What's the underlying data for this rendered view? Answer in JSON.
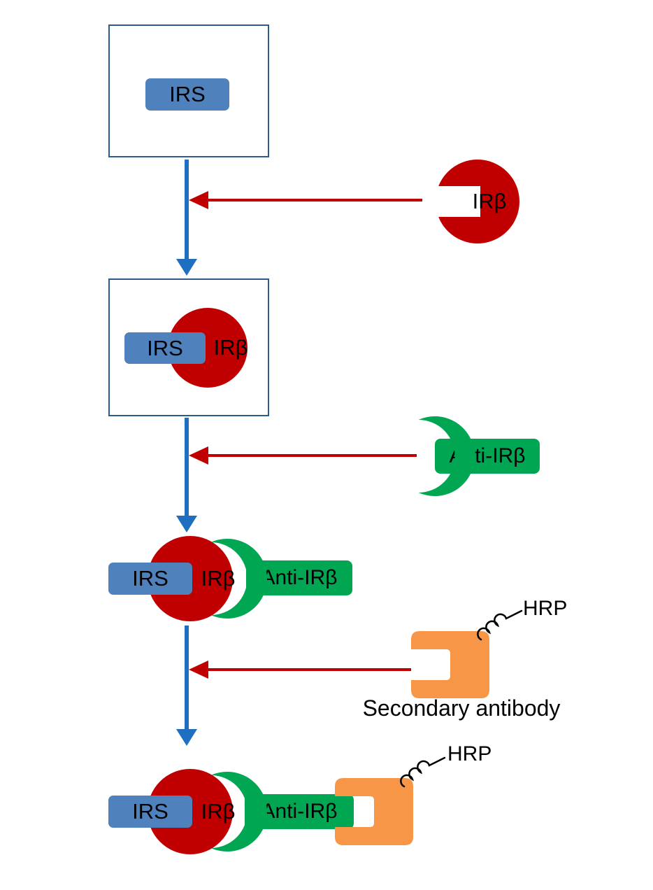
{
  "diagram": {
    "step1": {
      "irs": "IRS"
    },
    "reagent1": {
      "label": "IRβ"
    },
    "step2": {
      "irs": "IRS",
      "irb": "IRβ"
    },
    "reagent2": {
      "label": "Anti-IRβ"
    },
    "step3": {
      "irs": "IRS",
      "irb": "IRβ",
      "anti_irb": "Anti-IRβ"
    },
    "reagent3": {
      "hrp": "HRP",
      "caption": "Secondary antibody"
    },
    "step4": {
      "irs": "IRS",
      "irb": "IRβ",
      "anti_irb": "Anti-IRβ",
      "hrp": "HRP"
    },
    "colors": {
      "box_border": "#2E5C8A",
      "irs_blue": "#4F81BD",
      "arrow_blue": "#1F6FC0",
      "red": "#C00000",
      "green": "#00A651",
      "orange": "#F79646",
      "text": "#000000"
    }
  }
}
